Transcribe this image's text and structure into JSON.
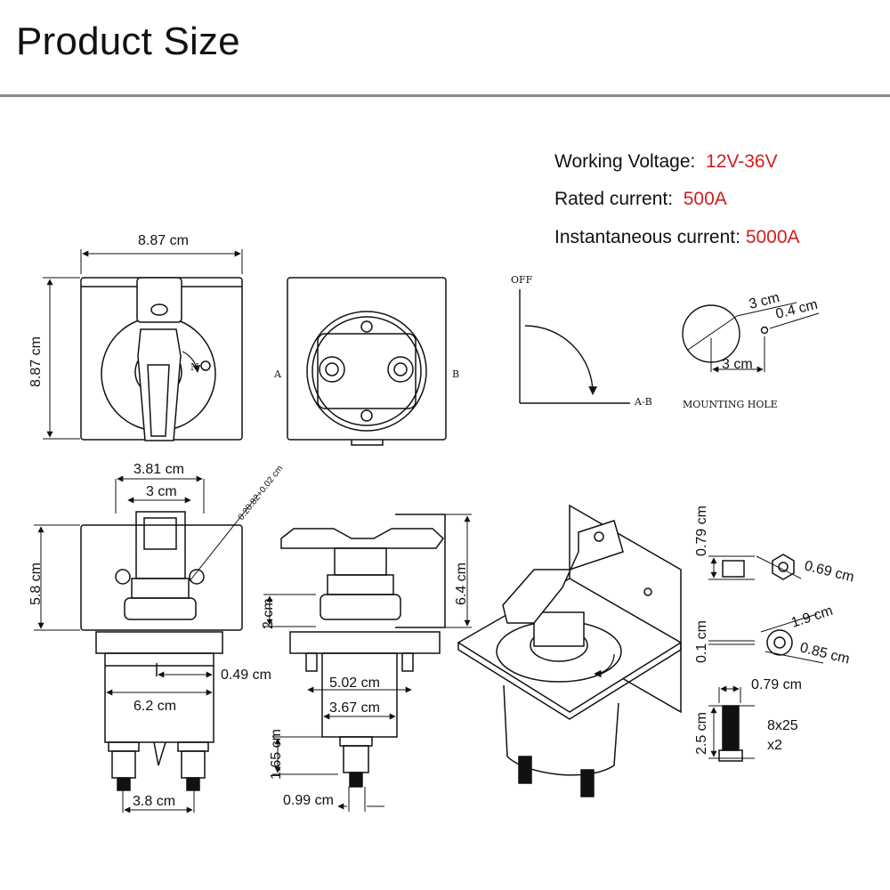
{
  "header": {
    "title": "Product Size"
  },
  "specs": {
    "voltage": {
      "label": "Working Voltage:",
      "value": "12V-36V"
    },
    "rated": {
      "label": "Rated current:",
      "value": "500A"
    },
    "instant": {
      "label": "Instantaneous current:",
      "value": "5000A"
    }
  },
  "colors": {
    "accent": "#d21d1d",
    "line": "#111111",
    "rule": "#8a8a8a"
  },
  "front_view": {
    "width": "8.87 cm",
    "height": "8.87 cm"
  },
  "back_view": {
    "left_label": "A",
    "right_label": "B"
  },
  "switch_diagram": {
    "off_label": "OFF",
    "ab_label": "A-B"
  },
  "mounting_hole": {
    "outer": "3 cm",
    "small": "0.4 cm",
    "spacing": "3 cm",
    "caption": "MOUNTING HOLE"
  },
  "side_view": {
    "top_width": "3.81 cm",
    "inner_width": "3 cm",
    "hole": "0.20.82+0.02 cm",
    "height": "5.8 cm",
    "post_offset": "0.49 cm",
    "body_width": "6.2 cm",
    "post_spacing": "3.8 cm"
  },
  "profile_view": {
    "height": "6.4 cm",
    "nut": "2 cm",
    "width_a": "5.02 cm",
    "width_b": "3.67 cm",
    "post_height": "1.65 cm",
    "post_width": "0.99 cm"
  },
  "parts": {
    "nut_h": "0.79 cm",
    "nut_d": "0.69 cm",
    "washer_t": "0.1 cm",
    "washer_outer": "1.9 cm",
    "washer_inner": "0.85 cm",
    "bolt_w": "0.79 cm",
    "bolt_l": "2.5 cm",
    "bolt_spec": "8x25",
    "bolt_qty": "x2"
  }
}
